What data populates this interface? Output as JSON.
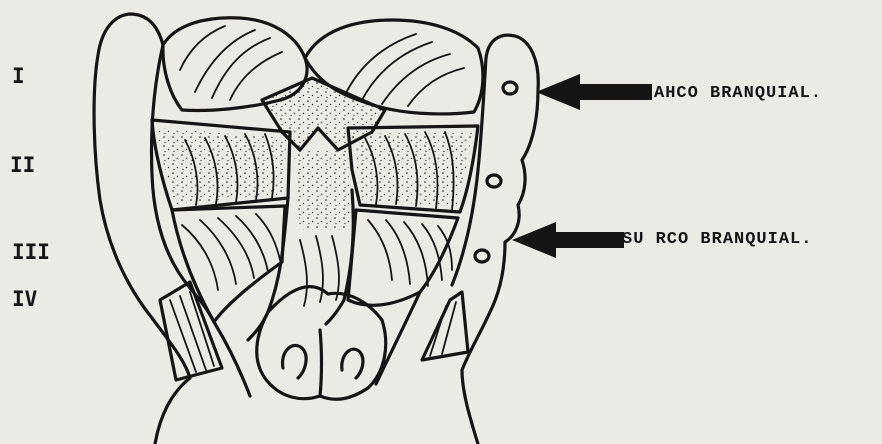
{
  "arch_numerals": [
    "I",
    "II",
    "III",
    "IV"
  ],
  "labels": {
    "arch": "AHCO BRANQUIAL.",
    "groove": "SU RCO BRANQUIAL."
  },
  "colors": {
    "ink": "#151515",
    "paper": "#eceae4"
  }
}
